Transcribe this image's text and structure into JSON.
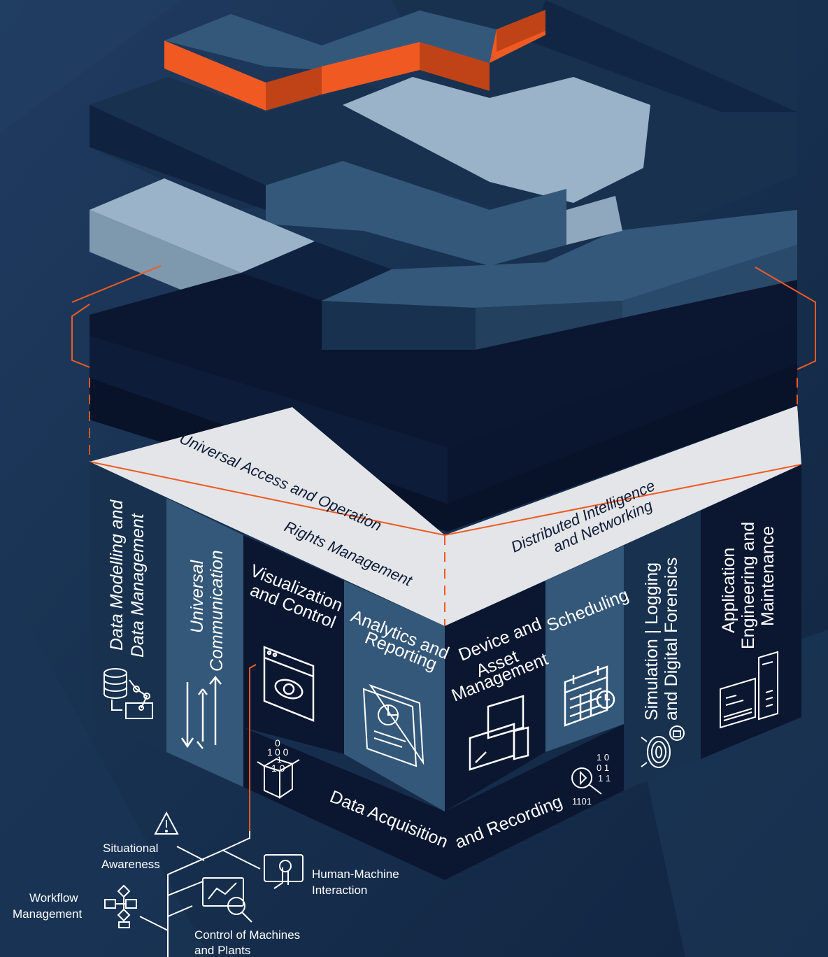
{
  "colors": {
    "background": "#14294a",
    "accent_orange": "#f05a22",
    "block_light": "#9ab3c8",
    "block_mid": "#34587a",
    "block_dark": "#17314f",
    "block_darkest": "#0b1631",
    "platform_top": "#e3e5e8"
  },
  "platform": {
    "left_top": [
      "Universal Access and Operation",
      "Rights Management"
    ],
    "right_top": [
      "Distributed Intelligence",
      "and Networking"
    ],
    "bottom_band": [
      "Data Acquisition",
      "and Recording"
    ]
  },
  "modules_left": [
    {
      "lines": [
        "Data Modelling and",
        "Data Management"
      ],
      "icon": "database-network-icon"
    },
    {
      "lines": [
        "Universal",
        "Communication"
      ],
      "icon": "bidirectional-arrows-icon"
    },
    {
      "lines": [
        "Visualization",
        "and Control"
      ],
      "icon": "eye-window-icon"
    },
    {
      "lines": [
        "Analytics and",
        "Reporting"
      ],
      "icon": "report-chart-icon"
    }
  ],
  "modules_right": [
    {
      "lines": [
        "Device and",
        "Asset",
        "Management"
      ],
      "icon": "devices-icon"
    },
    {
      "lines": [
        "Scheduling"
      ],
      "icon": "calendar-clock-icon"
    },
    {
      "lines": [
        "Simulation | Logging",
        "and Digital Forensics"
      ],
      "icon": "fingerprint-icon"
    },
    {
      "lines": [
        "Application",
        "Engineering and",
        "Maintenance"
      ],
      "icon": "code-tools-icon"
    }
  ],
  "data_icons": {
    "left": "binary-box-icon",
    "left_digits": [
      "0",
      "1",
      "0 0",
      "1",
      "1 0"
    ],
    "right": "binary-magnifier-icon",
    "right_digits": [
      "1 0",
      "0 1",
      "1 1",
      "1101"
    ]
  },
  "callouts": [
    {
      "lines": [
        "Situational",
        "Awareness"
      ],
      "icon": "warning-icon"
    },
    {
      "lines": [
        "Human-Machine",
        "Interaction"
      ],
      "icon": "touch-panel-icon"
    },
    {
      "lines": [
        "Workflow",
        "Management"
      ],
      "icon": "flowchart-icon"
    },
    {
      "lines": [
        "Control of Machines",
        "and Plants"
      ],
      "icon": "monitor-search-icon"
    }
  ]
}
